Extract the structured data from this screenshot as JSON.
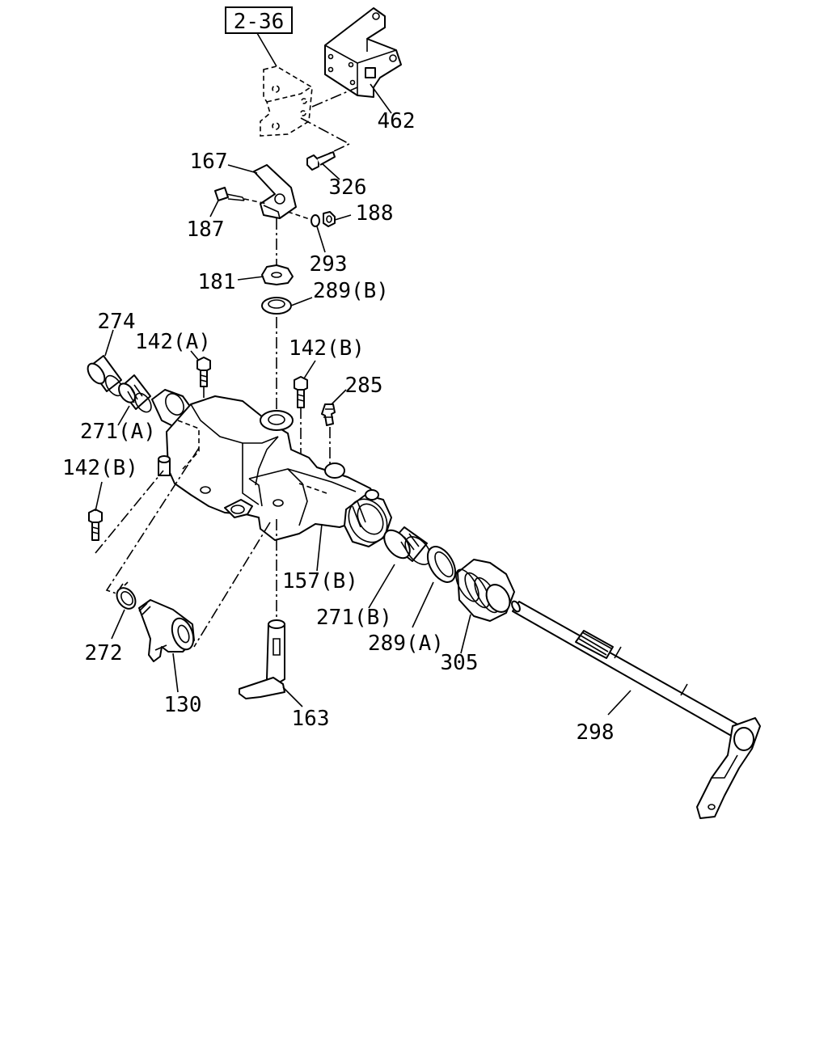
{
  "reference": "2-36",
  "callouts": {
    "c462": "462",
    "c326": "326",
    "c167": "167",
    "c187": "187",
    "c188": "188",
    "c293": "293",
    "c181": "181",
    "c289b": "289(B)",
    "c274": "274",
    "c142a": "142(A)",
    "c142b_top": "142(B)",
    "c285": "285",
    "c271a": "271(A)",
    "c142b_left": "142(B)",
    "c157b": "157(B)",
    "c271b": "271(B)",
    "c289a": "289(A)",
    "c305": "305",
    "c272": "272",
    "c130": "130",
    "c163": "163",
    "c298": "298"
  }
}
